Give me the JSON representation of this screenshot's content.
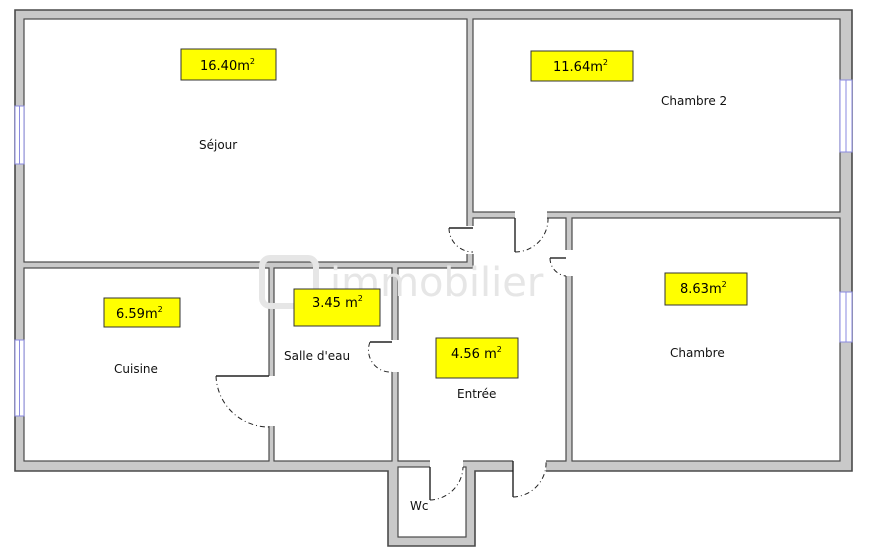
{
  "rooms": {
    "sejour": {
      "name": "Séjour",
      "area": "16.40m",
      "area_sup": "2"
    },
    "chambre2": {
      "name": "Chambre 2",
      "area": "11.64m",
      "area_sup": "2"
    },
    "cuisine": {
      "name": "Cuisine",
      "area": "6.59m",
      "area_sup": "2"
    },
    "salle_eau": {
      "name": "Salle d'eau",
      "area": "3.45 m",
      "area_sup": "2"
    },
    "entree": {
      "name": "Entrée",
      "area": "4.56 m",
      "area_sup": "2"
    },
    "chambre": {
      "name": "Chambre",
      "area": "8.63m",
      "area_sup": "2"
    },
    "wc": {
      "name": "Wc"
    }
  },
  "watermark": "immobilier",
  "colors": {
    "area_highlight": "#ffff00",
    "wall": "#c9c9c9",
    "window": "#8a8ae0"
  }
}
